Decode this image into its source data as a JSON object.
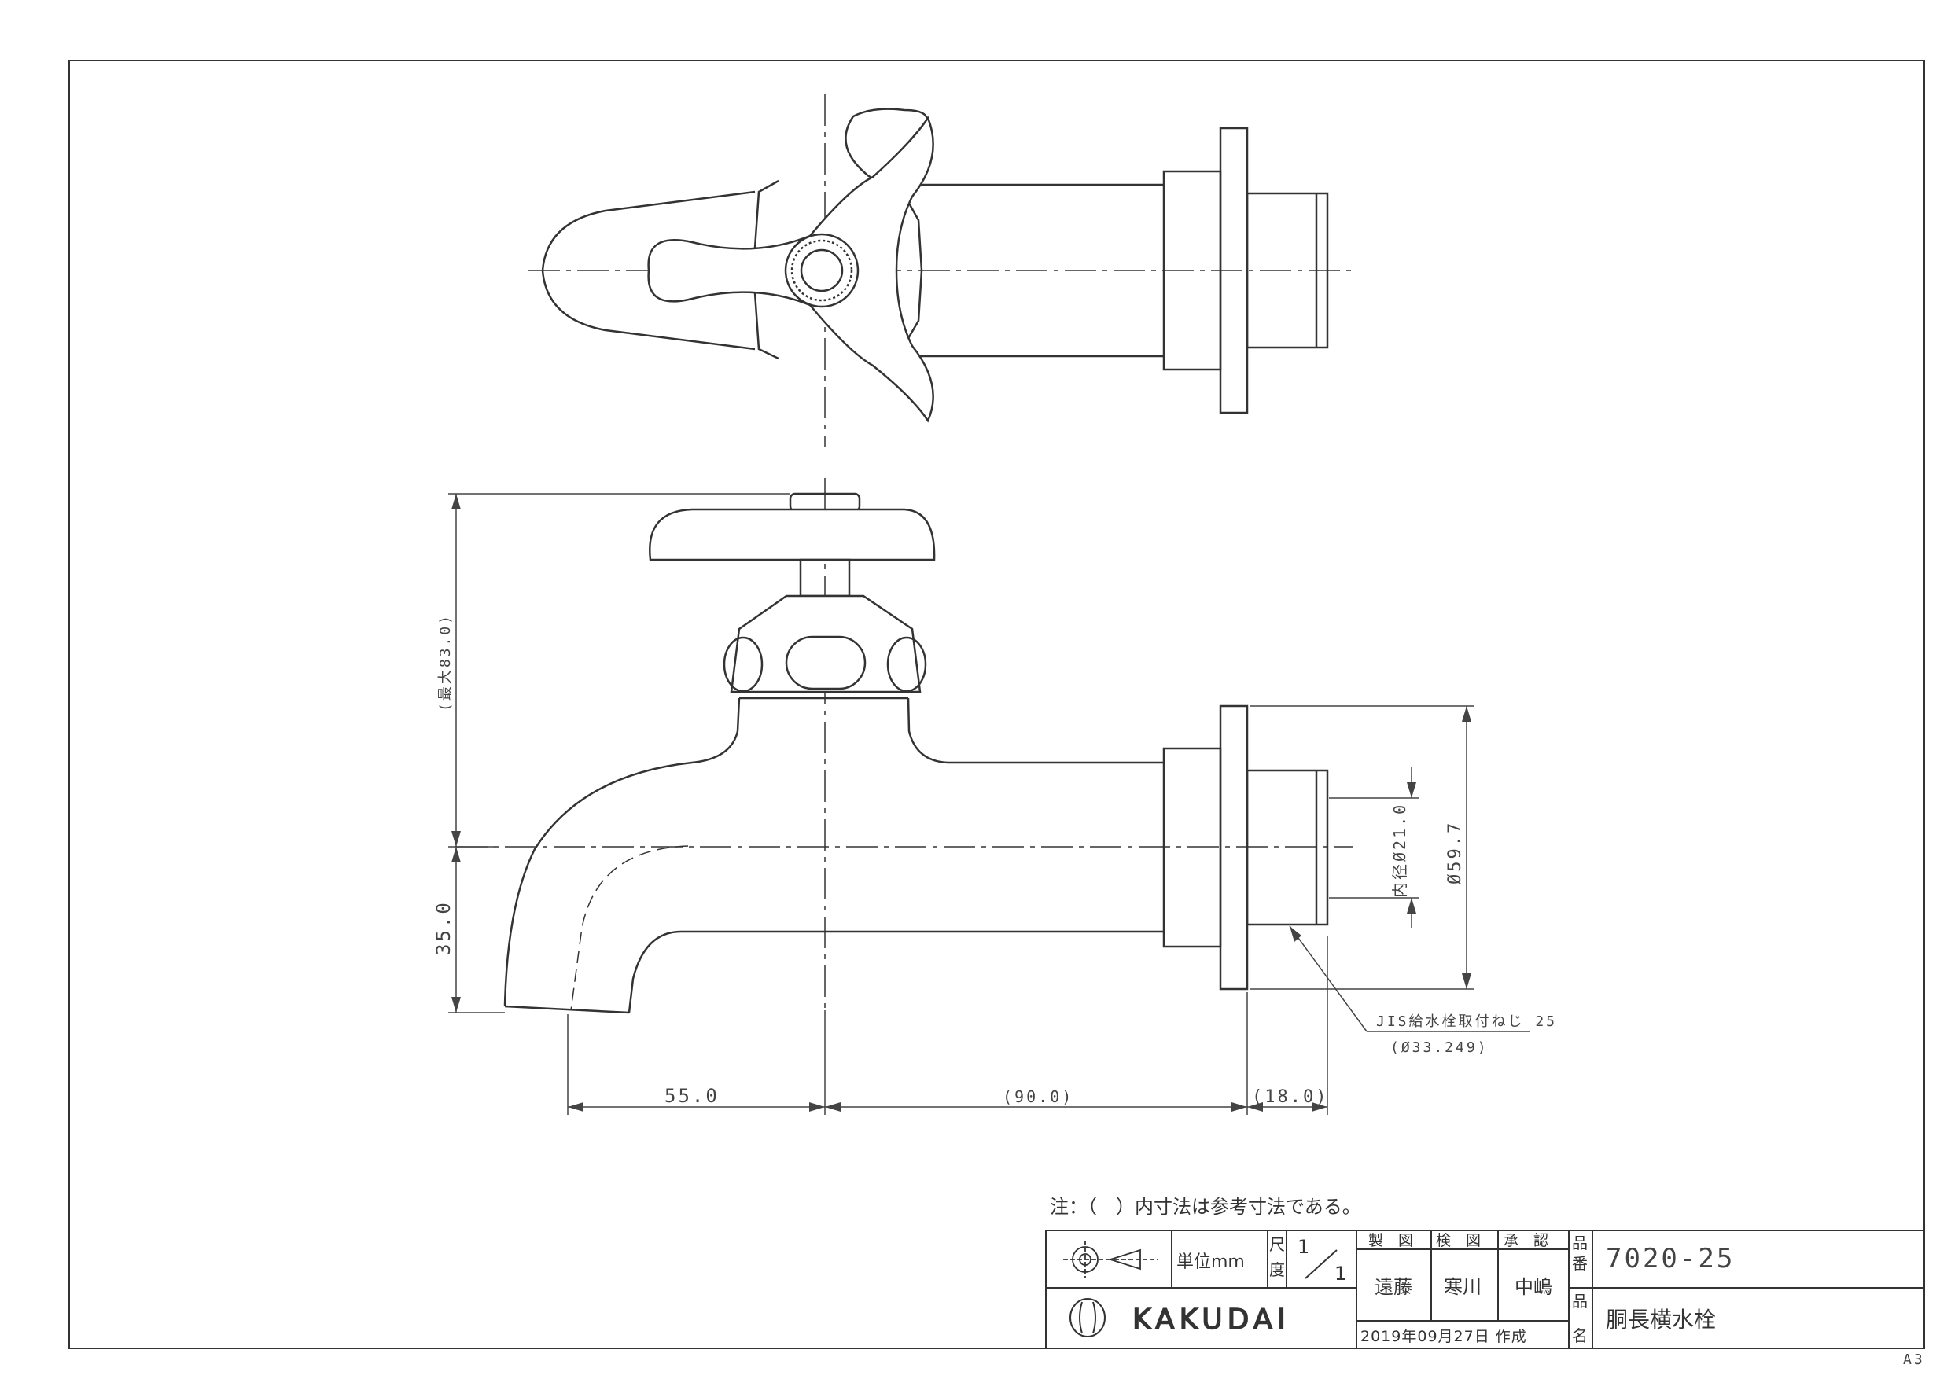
{
  "note": "注：（　）内寸法は参考寸法である。",
  "dimensions": {
    "max_height": "(最大83.0)",
    "spout_drop": "35.0",
    "spout_reach": "55.0",
    "body_length": "(90.0)",
    "thread_length": "(18.0)",
    "inner_diameter": "内径Ø21.0",
    "flange_diameter": "Ø59.7",
    "thread_spec": "JIS給水栓取付ねじ 25",
    "thread_diameter": "(Ø33.249)"
  },
  "title_block": {
    "unit": "単位mm",
    "scale_label_1": "尺",
    "scale_label_2": "度",
    "scale_num": "1",
    "scale_den": "1",
    "drawn_label": "製　図",
    "checked_label": "検　図",
    "approved_label": "承　認",
    "drawn_by": "遠藤",
    "checked_by": "寒川",
    "approved_by": "中嶋",
    "date": "2019年09月27日 作成",
    "part_no_label_1": "品",
    "part_no_label_2": "番",
    "part_no": "7020-25",
    "part_name_label_1": "品",
    "part_name_label_2": "名",
    "part_name": "胴長横水栓",
    "brand": "KAKUDAI"
  },
  "sheet_size": "A3"
}
